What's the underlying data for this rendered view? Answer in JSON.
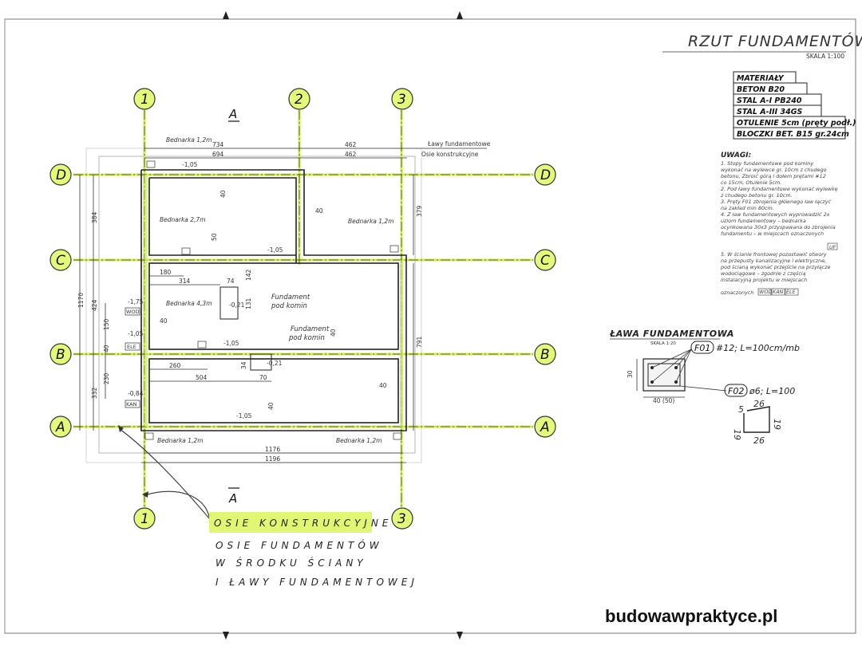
{
  "drawing": {
    "title": "RZUT FUNDAMENTÓW",
    "scale": "SKALA 1:100",
    "section_mark": "A",
    "axes": {
      "vertical": [
        "1",
        "2",
        "3"
      ],
      "horizontal": [
        "D",
        "C",
        "B",
        "A"
      ]
    },
    "materials": {
      "header": "MATERIAŁY",
      "rows": [
        "BETON B20",
        "STAL A-I PB240",
        "STAL A-III 34GS",
        "OTULENIE 5cm (pręty podł.)",
        "BLOCZKI BET. B15 gr.24cm"
      ]
    },
    "uwagi": {
      "header": "UWAGI:",
      "lines": [
        "1. Stopy fundamentowe pod kominy",
        "wykonać na wylewce gr. 10cm z chudego",
        "betonu. Zbroić górą i dołem prętami #12",
        "co 15cm, Otulenie 5cm.",
        "2. Pod ławy fundamentowe wykonać wylewkę",
        "z chudego betonu gr. 10cm.",
        "3. Pręty F01 zbrojenia głównego ław łączyć",
        "na zakład min 80cm.",
        "4. Z ław fundamentowych wyprowadzić 2x",
        "uziom fundamentowy – bednarka",
        "ocynkowana 30x3 przyspawana do zbrojenia",
        "fundamentu – w miejscach oznaczonych",
        "5. W ścianie frontowej pozostawić otwory",
        "na przepusty kanalizacyjne i elektryczne,",
        "pod ścianą wykonać przejście na przyłącze",
        "wodociągowe – zgodnie z częścią",
        "instalacyjną projektu w miejscach",
        "oznaczonych"
      ],
      "uf_tag": "UF",
      "tags": [
        "WOD",
        "KAN",
        "ELE"
      ]
    },
    "lawa": {
      "title": "ŁAWA FUNDAMENTOWA",
      "scale": "SKALA 1:20",
      "f01_tag": "F01",
      "f01_desc": "#12; L=100cm/mb",
      "f02_tag": "F02",
      "f02_desc": "ø6; L=100",
      "width_dim": "40 (50)",
      "height_dim": "30",
      "stirrup_dims": [
        "5",
        "26",
        "19",
        "19",
        "26"
      ]
    },
    "dimensions": {
      "top_row1": [
        "734",
        "462"
      ],
      "top_row2": [
        "694",
        "462"
      ],
      "bottom_row1": "1176",
      "bottom_row2": "1196",
      "left_outer": "1170",
      "left_segments": [
        "384",
        "424",
        "332"
      ],
      "left_inner": [
        "150",
        "40",
        "230"
      ],
      "right_segments": [
        "379",
        "791"
      ],
      "legend_lawy": "Ławy fundamentowe",
      "legend_osie": "Osie konstrukcyjne",
      "room": [
        "40",
        "40",
        "50",
        "180",
        "314",
        "74",
        "142",
        "131",
        "40",
        "260",
        "504",
        "34",
        "70",
        "40",
        "40",
        "40"
      ]
    },
    "levels": [
      "-1,05",
      "-1,05",
      "-1,75",
      "-1,05",
      "-1,05",
      "-0,84",
      "-1,05",
      "-0,21",
      "-0,21"
    ],
    "labels": {
      "bednarka": [
        "Bednarka 1,2m",
        "Bednarka 2,7m",
        "Bednarka 1,2m",
        "Bednarka 4,3m",
        "Bednarka 1,2m",
        "Bednarka 1,2m"
      ],
      "fundament1": [
        "Fundament",
        "pod komin"
      ],
      "fundament2": [
        "Fundament",
        "pod komin"
      ],
      "tags_left": [
        "WOD",
        "ELE",
        "KAN"
      ]
    },
    "annotation": {
      "highlight": "OSIE KONSTRUKCYJNE",
      "lines": [
        "OSIE FUNDAMENTÓW",
        "W ŚRODKU ŚCIANY",
        "I ŁAWY FUNDAMENTOWEJ"
      ]
    },
    "brand": "budowawpraktyce.pl"
  }
}
